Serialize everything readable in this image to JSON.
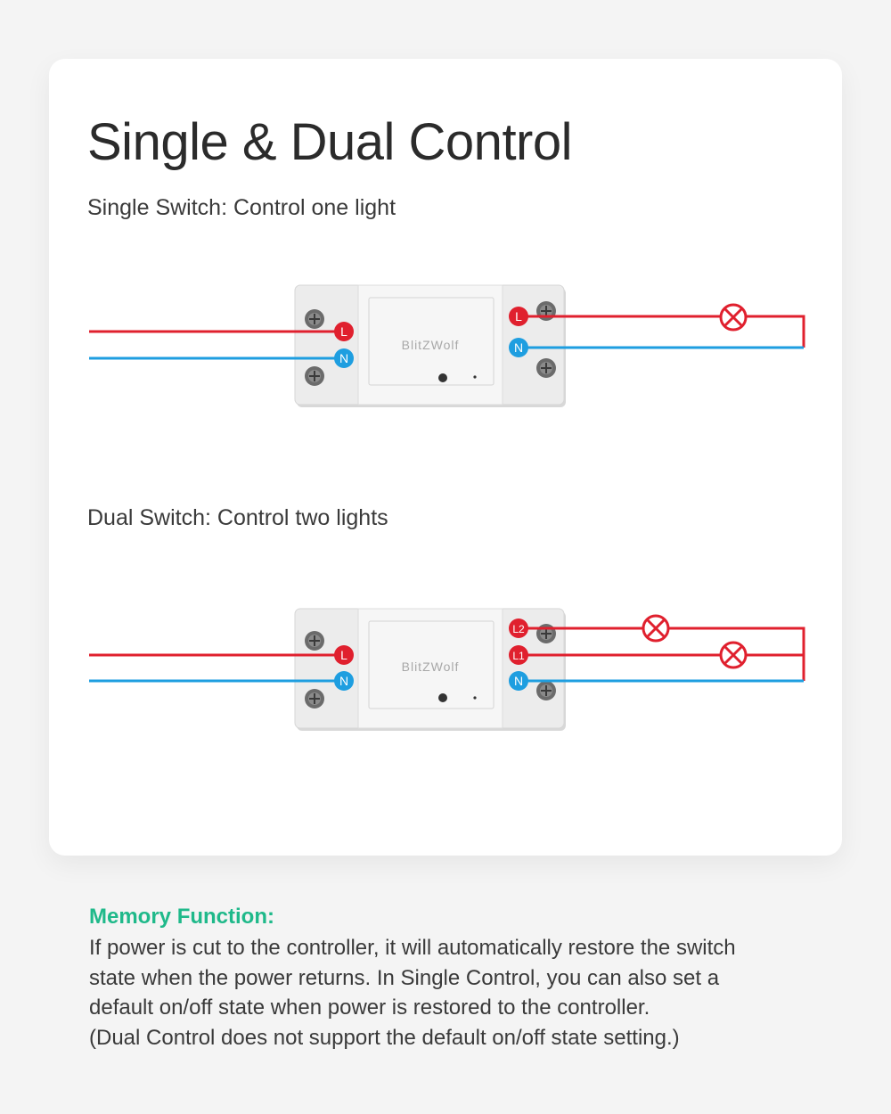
{
  "page": {
    "title": "Single & Dual Control",
    "single": {
      "caption": "Single Switch: Control one light",
      "brand": "BlitZWolf",
      "input_terminals": [
        "L",
        "N"
      ],
      "output_terminals": [
        "L",
        "N"
      ],
      "lights": 1
    },
    "dual": {
      "caption": "Dual Switch: Control two lights",
      "brand": "BlitZWolf",
      "input_terminals": [
        "L",
        "N"
      ],
      "output_terminals": [
        "L2",
        "L1",
        "N"
      ],
      "lights": 2
    },
    "memory": {
      "heading": "Memory Function:",
      "lines": [
        "If power is cut to the controller, it will automatically restore the switch",
        "state when the power returns. In Single Control, you can also set a",
        "default on/off state when power is restored to the controller.",
        "(Dual Control does not support the default on/off state setting.)"
      ]
    }
  },
  "colors": {
    "live_wire": "#e0202e",
    "neutral_wire": "#1e9ee0",
    "heading_accent": "#1fb98a",
    "card": "#ffffff",
    "background": "#f4f4f4"
  }
}
